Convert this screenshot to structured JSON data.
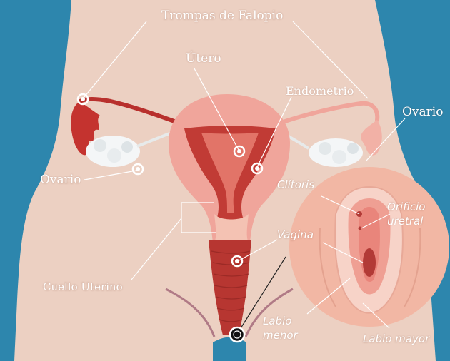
{
  "colors": {
    "background": "#2d86ad",
    "skin": "#ecd0c2",
    "uterus_outer": "#f0a59b",
    "uterus_inner": "#c13b35",
    "vulva_bg": "#f2b7a4",
    "label_text": "#ffffff"
  },
  "labels": {
    "trompas": "Trompas de Falopio",
    "utero": "Útero",
    "endometrio": "Endometrio",
    "ovario_right": "Ovario",
    "ovario_left": "Ovario",
    "clitoris": "Clítoris",
    "orificio_uretral": "Orificio\nuretral",
    "vagina": "Vagina",
    "cuello_uterino": "Cuello Uterino",
    "labio_menor": "Labio\nmenor",
    "labio_mayor": "Labio mayor"
  }
}
